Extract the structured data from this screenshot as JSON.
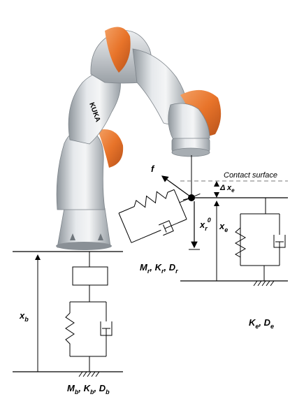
{
  "diagram": {
    "robot_brand_text": "KUKA",
    "labels": {
      "f": "f",
      "contact_surface": "Contact surface",
      "delta_xe": "Δ x",
      "delta_xe_sub": "e",
      "xr0": "x",
      "xr0_sub": "r",
      "xr0_sup": "0",
      "xe": "x",
      "xe_sub": "e",
      "xb": "x",
      "xb_sub": "b",
      "Mr_Kr_Dr": {
        "M": "M",
        "M_sub": "r",
        "K": "K",
        "K_sub": "r",
        "D": "D",
        "D_sub": "r"
      },
      "Ke_De": {
        "K": "K",
        "K_sub": "e",
        "D": "D",
        "D_sub": "e"
      },
      "Mb_Kb_Db": {
        "M": "M",
        "M_sub": "b",
        "K": "K",
        "K_sub": "b",
        "D": "D",
        "D_sub": "b"
      },
      "comma": ", "
    },
    "colors": {
      "robot_orange": "#e8742a",
      "robot_silver": "#c9cdd1",
      "line": "#000000",
      "dashed": "#888888"
    },
    "icons": [
      "robot-arm-icon",
      "spring-icon",
      "damper-icon",
      "ground-icon",
      "arrow-icon"
    ]
  }
}
